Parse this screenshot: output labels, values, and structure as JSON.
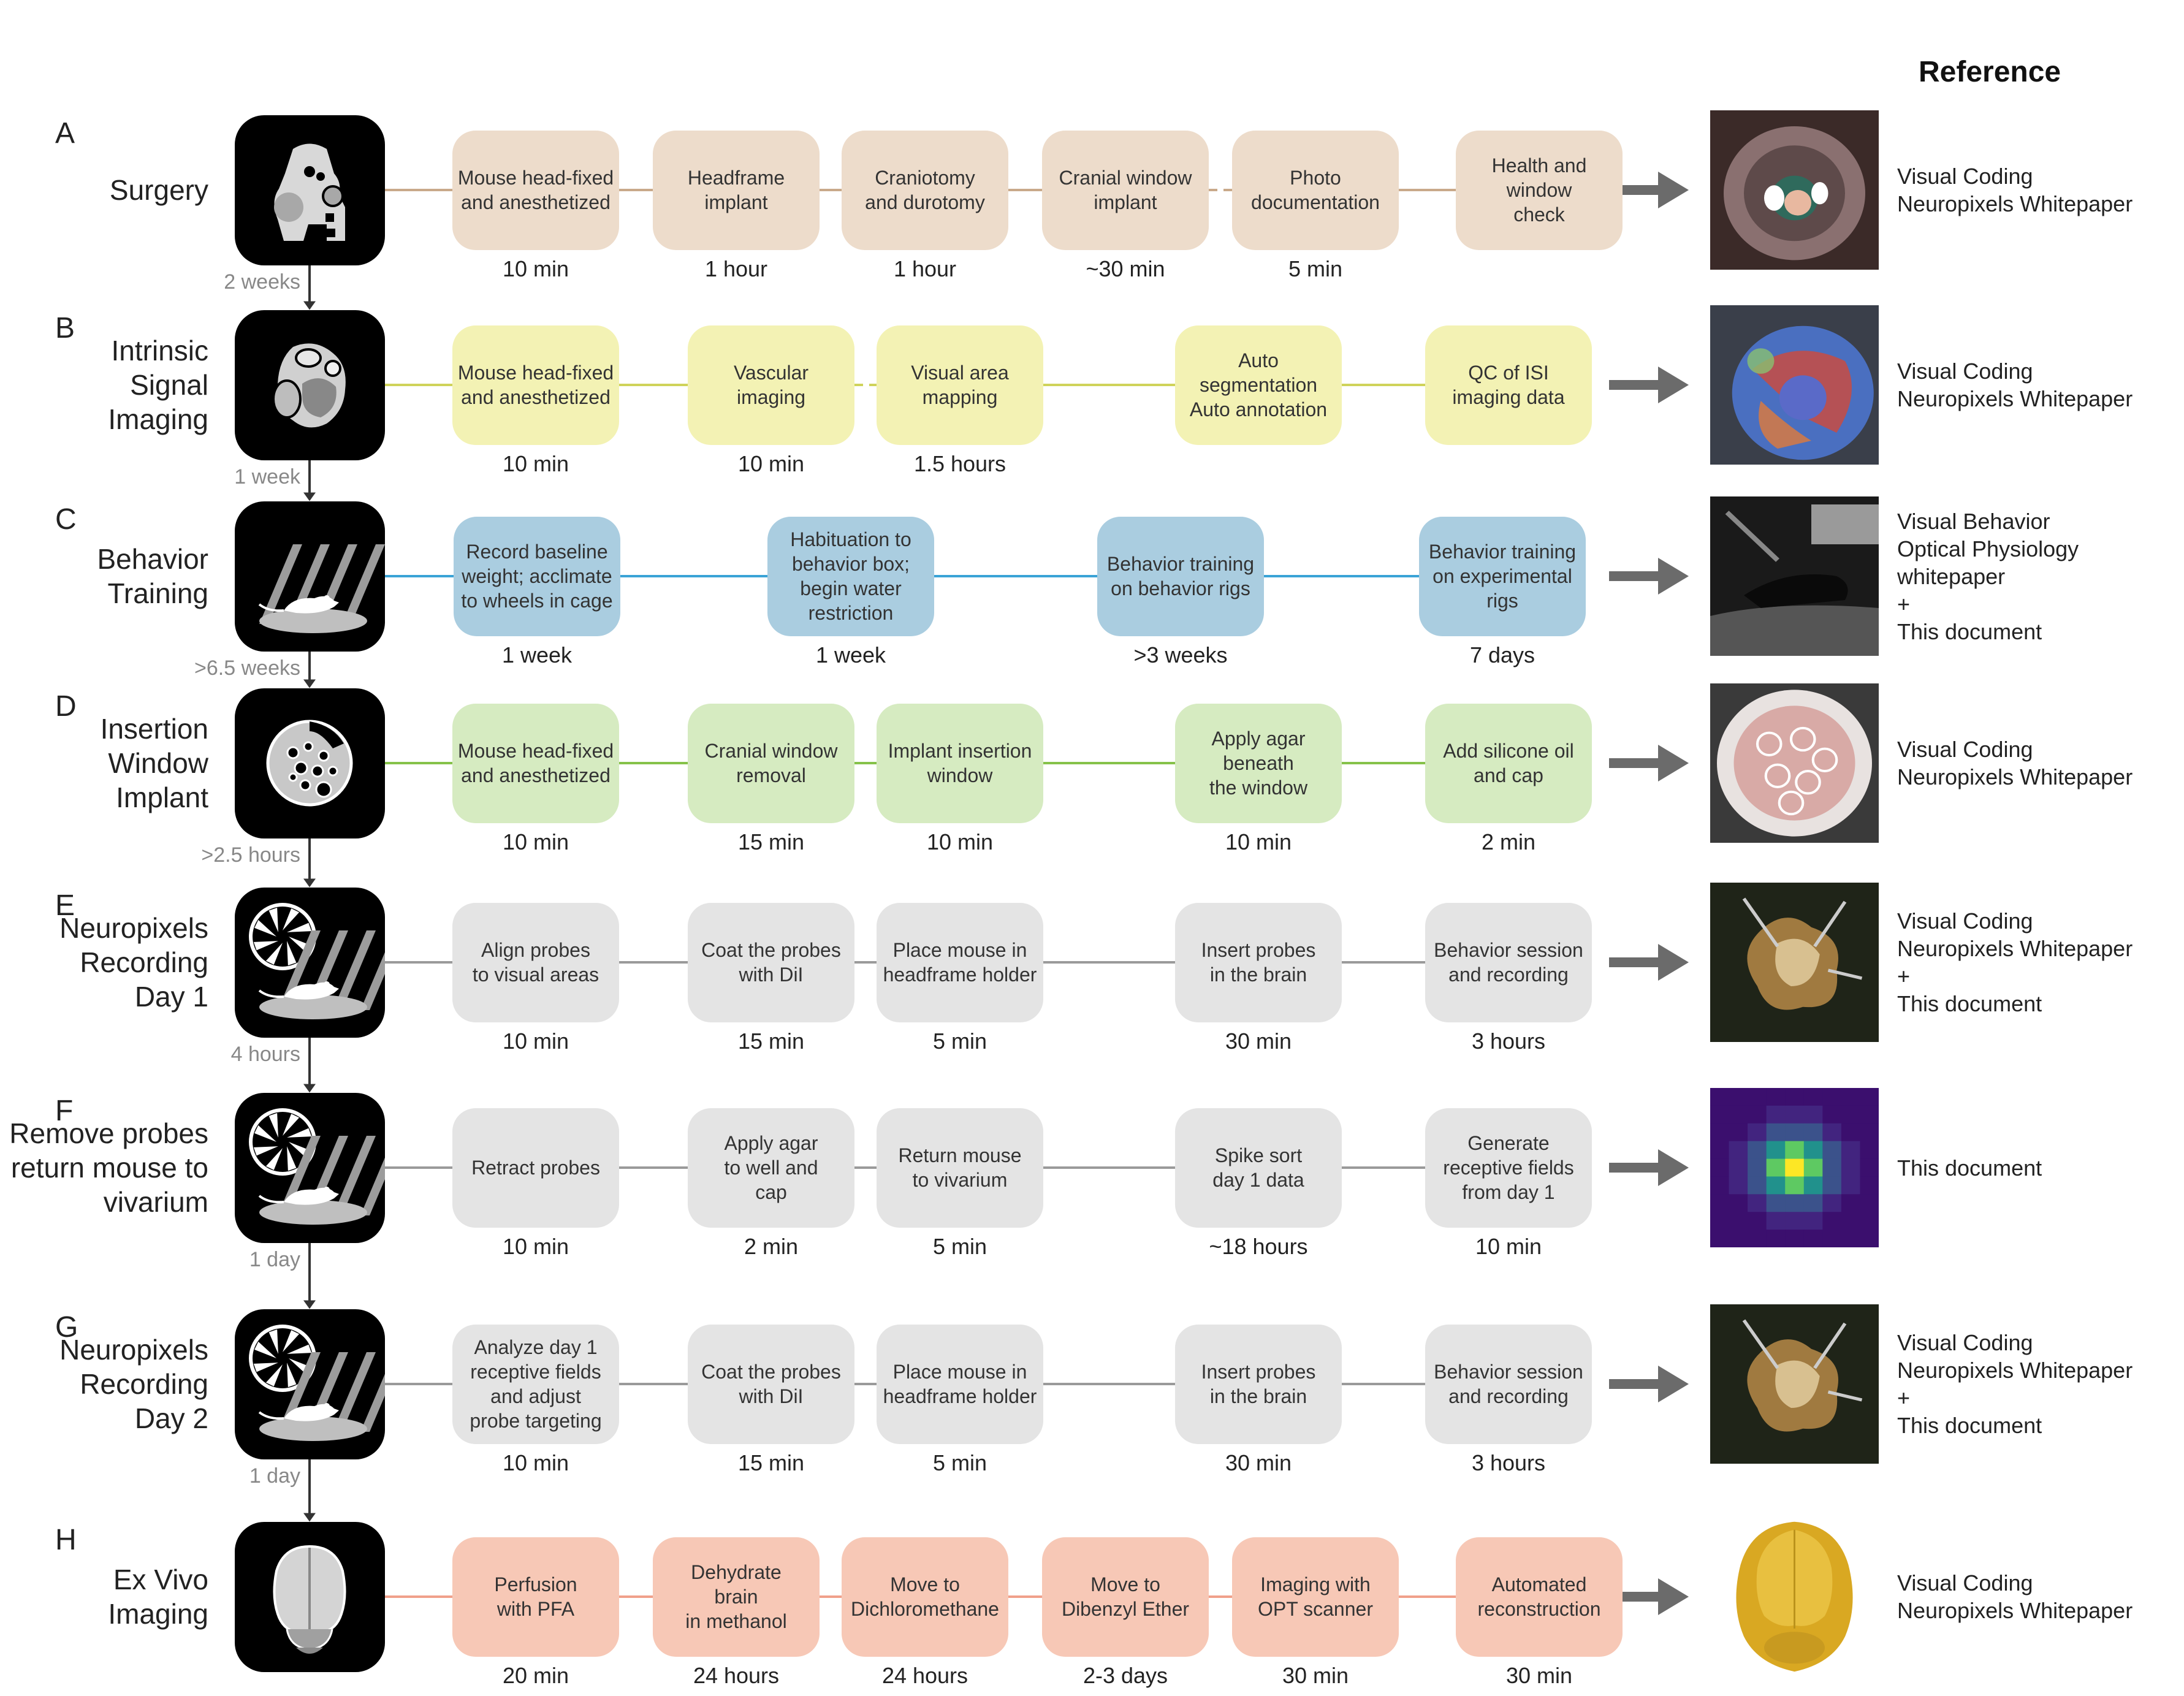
{
  "header": {
    "reference_heading": "Reference"
  },
  "colors": {
    "surgery": "#eddccb",
    "surgery_line": "#c9a98a",
    "isi": "#f3f2b4",
    "isi_line": "#cfd35a",
    "behavior": "#aacde0",
    "behavior_line": "#3aa3d6",
    "insertion": "#d6ebc1",
    "insertion_line": "#86c24a",
    "recording": "#e4e4e4",
    "recording_line": "#9a9a9a",
    "exvivo": "#f7c8b6",
    "exvivo_line": "#f0a08a"
  },
  "rows": [
    {
      "letter": "A",
      "title": "Surgery",
      "icon": "headframe-icon",
      "theme": "surgery",
      "steps": [
        {
          "label": "Mouse head-fixed\nand anesthetized",
          "duration": "10 min"
        },
        {
          "label": "Headframe\nimplant",
          "duration": "1 hour"
        },
        {
          "label": "Craniotomy\nand durotomy",
          "duration": "1 hour"
        },
        {
          "label": "Cranial window\nimplant",
          "duration": "~30 min"
        },
        {
          "label": "Photo\ndocumentation",
          "duration": "5 min"
        },
        {
          "label": "Health and\nwindow\ncheck",
          "duration": ""
        }
      ],
      "reference": "Visual Coding\nNeuropixels Whitepaper",
      "ref_image": "cranial-window-photo",
      "gap_after": "2 weeks"
    },
    {
      "letter": "B",
      "title": "Intrinsic\nSignal\nImaging",
      "icon": "visual-areas-map-icon",
      "theme": "isi",
      "steps": [
        {
          "label": "Mouse head-fixed\nand anesthetized",
          "duration": "10 min"
        },
        {
          "label": "Vascular\nimaging",
          "duration": "10 min"
        },
        {
          "label": "Visual area\nmapping",
          "duration": "1.5  hours"
        },
        {
          "label": "Auto segmentation\nAuto annotation",
          "duration": ""
        },
        {
          "label": "QC of ISI\nimaging data",
          "duration": ""
        }
      ],
      "reference": "Visual Coding\nNeuropixels Whitepaper",
      "ref_image": "isi-map-photo",
      "gap_after": "1 week"
    },
    {
      "letter": "C",
      "title": "Behavior\nTraining",
      "icon": "mouse-on-wheel-icon",
      "theme": "behavior",
      "steps": [
        {
          "label": "Record baseline\nweight; acclimate\nto wheels in cage",
          "duration": "1 week"
        },
        {
          "label": "Habituation to\nbehavior box;\nbegin water\nrestriction",
          "duration": "1 week"
        },
        {
          "label": "Behavior training\non behavior rigs",
          "duration": ">3 weeks"
        },
        {
          "label": "Behavior training\non experimental\nrigs",
          "duration": "7 days"
        }
      ],
      "reference": "Visual Behavior\nOptical Physiology\nwhitepaper\n+\nThis document",
      "ref_image": "behavior-rig-photo",
      "gap_after": ">6.5 weeks"
    },
    {
      "letter": "D",
      "title": "Insertion\nWindow\nImplant",
      "icon": "insertion-window-icon",
      "theme": "insertion",
      "steps": [
        {
          "label": "Mouse head-fixed\nand anesthetized",
          "duration": "10 min"
        },
        {
          "label": "Cranial window\nremoval",
          "duration": "15 min"
        },
        {
          "label": "Implant insertion\nwindow",
          "duration": "10 min"
        },
        {
          "label": "Apply agar beneath\nthe window",
          "duration": "10 min"
        },
        {
          "label": "Add silicone oil\nand cap",
          "duration": "2 min"
        }
      ],
      "reference": "Visual Coding\nNeuropixels Whitepaper",
      "ref_image": "insertion-window-photo",
      "gap_after": ">2.5 hours"
    },
    {
      "letter": "E",
      "title": "Neuropixels\nRecording\nDay 1",
      "icon": "recording-icon",
      "theme": "recording",
      "steps": [
        {
          "label": "Align probes\nto visual areas",
          "duration": "10 min"
        },
        {
          "label": "Coat the probes\nwith DiI",
          "duration": "15 min"
        },
        {
          "label": "Place mouse in\nheadframe holder",
          "duration": "5 min"
        },
        {
          "label": "Insert probes\nin the brain",
          "duration": "30 min"
        },
        {
          "label": "Behavior session\nand recording",
          "duration": "3 hours"
        }
      ],
      "reference": "Visual Coding\nNeuropixels Whitepaper\n+\nThis document",
      "ref_image": "probes-photo",
      "gap_after": "4 hours"
    },
    {
      "letter": "F",
      "title": "Remove probes\nreturn mouse to\nvivarium",
      "icon": "recording-icon",
      "theme": "recording",
      "steps": [
        {
          "label": "Retract probes",
          "duration": "10 min"
        },
        {
          "label": "Apply agar\nto well and\ncap",
          "duration": "2 min"
        },
        {
          "label": "Return mouse\nto vivarium",
          "duration": "5 min"
        },
        {
          "label": "Spike sort\nday 1 data",
          "duration": "~18 hours"
        },
        {
          "label": "Generate\nreceptive fields\nfrom day 1",
          "duration": "10 min"
        }
      ],
      "reference": "This document",
      "ref_image": "receptive-field-heatmap",
      "gap_after": "1 day"
    },
    {
      "letter": "G",
      "title": "Neuropixels\nRecording\nDay 2",
      "icon": "recording-icon",
      "theme": "recording",
      "steps": [
        {
          "label": "Analyze day 1\nreceptive fields\nand adjust\nprobe targeting",
          "duration": "10 min"
        },
        {
          "label": "Coat the probes\nwith DiI",
          "duration": "15 min"
        },
        {
          "label": "Place mouse in\nheadframe holder",
          "duration": "5 min"
        },
        {
          "label": "Insert probes\nin the brain",
          "duration": "30 min"
        },
        {
          "label": "Behavior session\nand recording",
          "duration": "3 hours"
        }
      ],
      "reference": "Visual Coding\nNeuropixels Whitepaper\n+\nThis document",
      "ref_image": "probes-photo",
      "gap_after": "1 day"
    },
    {
      "letter": "H",
      "title": "Ex Vivo\nImaging",
      "icon": "brain-icon",
      "theme": "exvivo",
      "steps": [
        {
          "label": "Perfusion\nwith PFA",
          "duration": "20 min"
        },
        {
          "label": "Dehydrate\nbrain\nin methanol",
          "duration": "24 hours"
        },
        {
          "label": "Move to\nDichloromethane",
          "duration": "24 hours"
        },
        {
          "label": "Move to\nDibenzyl Ether",
          "duration": "2-3 days"
        },
        {
          "label": "Imaging with\nOPT scanner",
          "duration": "30 min"
        },
        {
          "label": "Automated\nreconstruction",
          "duration": "30 min"
        }
      ],
      "reference": "Visual Coding\nNeuropixels Whitepaper",
      "ref_image": "cleared-brain-photo",
      "gap_after": ""
    }
  ]
}
